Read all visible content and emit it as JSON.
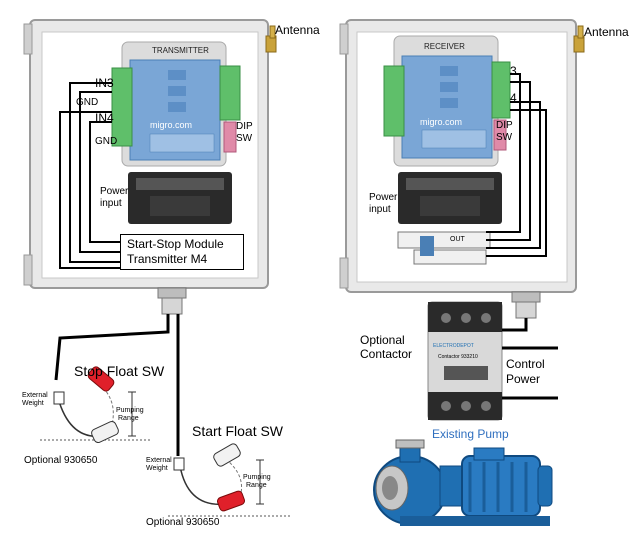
{
  "transmitter": {
    "antenna_label": "Antenna",
    "module_title": "TRANSMITTER",
    "website": "migro.com",
    "terminal_labels": {
      "in3": "IN3",
      "gnd1": "GND",
      "in4": "IN4",
      "gnd2": "GND"
    },
    "dip_label_1": "DIP",
    "dip_label_2": "SW",
    "power_label_1": "Power",
    "power_label_2": "input",
    "startstop_line1": "Start-Stop Module",
    "startstop_line2": "Transmitter  M4"
  },
  "receiver": {
    "antenna_label": "Antenna",
    "module_title": "RECEIVER",
    "website": "migro.com",
    "terminal_labels": {
      "t3": "3",
      "t4": "4"
    },
    "dip_label_1": "DIP",
    "dip_label_2": "SW",
    "power_label_1": "Power",
    "power_label_2": "input",
    "relay_text": "OUT"
  },
  "floats": {
    "stop_title": "Stop Float SW",
    "start_title": "Start Float SW",
    "external_weight_1": "External",
    "external_weight_2": "Weight",
    "pumping_range_1": "Pumping",
    "pumping_range_2": "Range",
    "optional_stop": "Optional 930650",
    "optional_start": "Optional 930650"
  },
  "contactor": {
    "optional_1": "Optional",
    "optional_2": "Contactor",
    "control_1": "Control",
    "control_2": "Power",
    "brand": "ELECTRODEPOT",
    "model": "Contactor 933210"
  },
  "pump": {
    "label": "Existing Pump"
  },
  "colors": {
    "module_blue": "#7aa6d6",
    "terminal_green": "#5fbf6a",
    "dip_pink": "#e08aa8",
    "float_red": "#e0202a",
    "pump_blue": "#1f6fb2",
    "label_blue": "#2f6fbf"
  }
}
